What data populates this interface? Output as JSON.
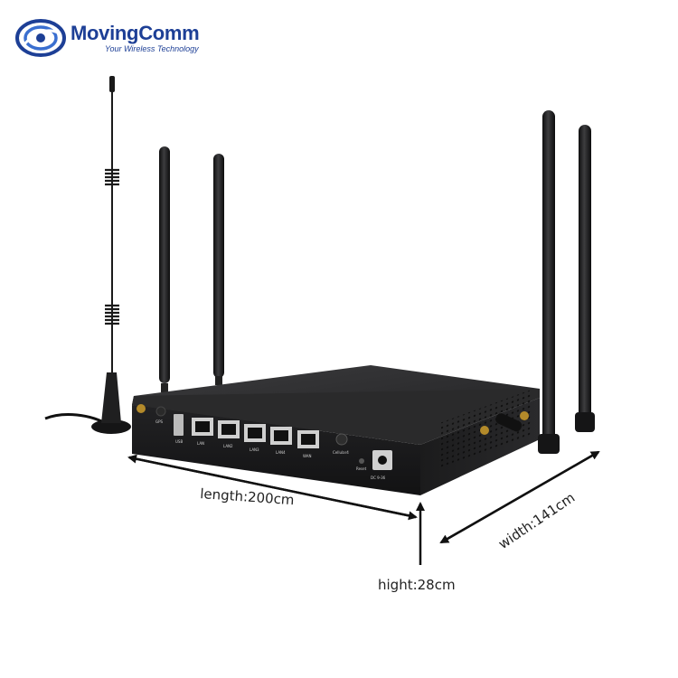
{
  "brand": {
    "name": "MovingComm",
    "tagline": "Your Wireless Technology",
    "logo_icon": "swirl-logo-icon",
    "colors": {
      "primary": "#1d3f96",
      "accent": "#3a6fd0"
    }
  },
  "product": {
    "type": "4G LTE router with antennas",
    "body_color": "#1c1c1e",
    "antenna_count": 4,
    "external_magnetic_antenna": true,
    "ports": {
      "gps": "GPS",
      "usb": "USB",
      "lan": [
        "LAN",
        "LAN2",
        "LAN3",
        "LAN4"
      ],
      "wan": "WAN",
      "button": "Cellular4",
      "reset": "Reset",
      "power": "DC 9-36"
    }
  },
  "dimensions": {
    "length": "length:200cm",
    "width": "width:141cm",
    "height": "hight:28cm"
  }
}
